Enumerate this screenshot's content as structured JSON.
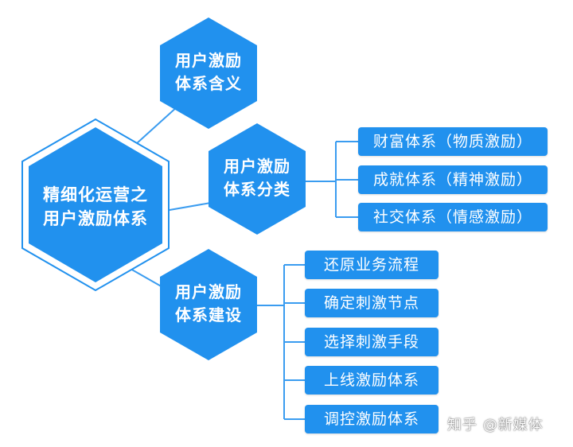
{
  "center": {
    "line1": "精细化运营之",
    "line2": "用户激励体系"
  },
  "hex_definition": {
    "line1": "用户激励",
    "line2": "体系含义"
  },
  "hex_classification": {
    "line1": "用户激励",
    "line2": "体系分类"
  },
  "hex_construction": {
    "line1": "用户激励",
    "line2": "体系建设"
  },
  "classification_items": [
    "财富体系（物质激励）",
    "成就体系（精神激励）",
    "社交体系（情感激励）"
  ],
  "construction_steps": [
    "还原业务流程",
    "确定刺激节点",
    "选择刺激手段",
    "上线激励体系",
    "调控激励体系"
  ],
  "watermark": "知乎 @新媒体",
  "colors": {
    "primary": "#2191ee",
    "line": "#3a9cf0",
    "background": "#ffffff"
  }
}
